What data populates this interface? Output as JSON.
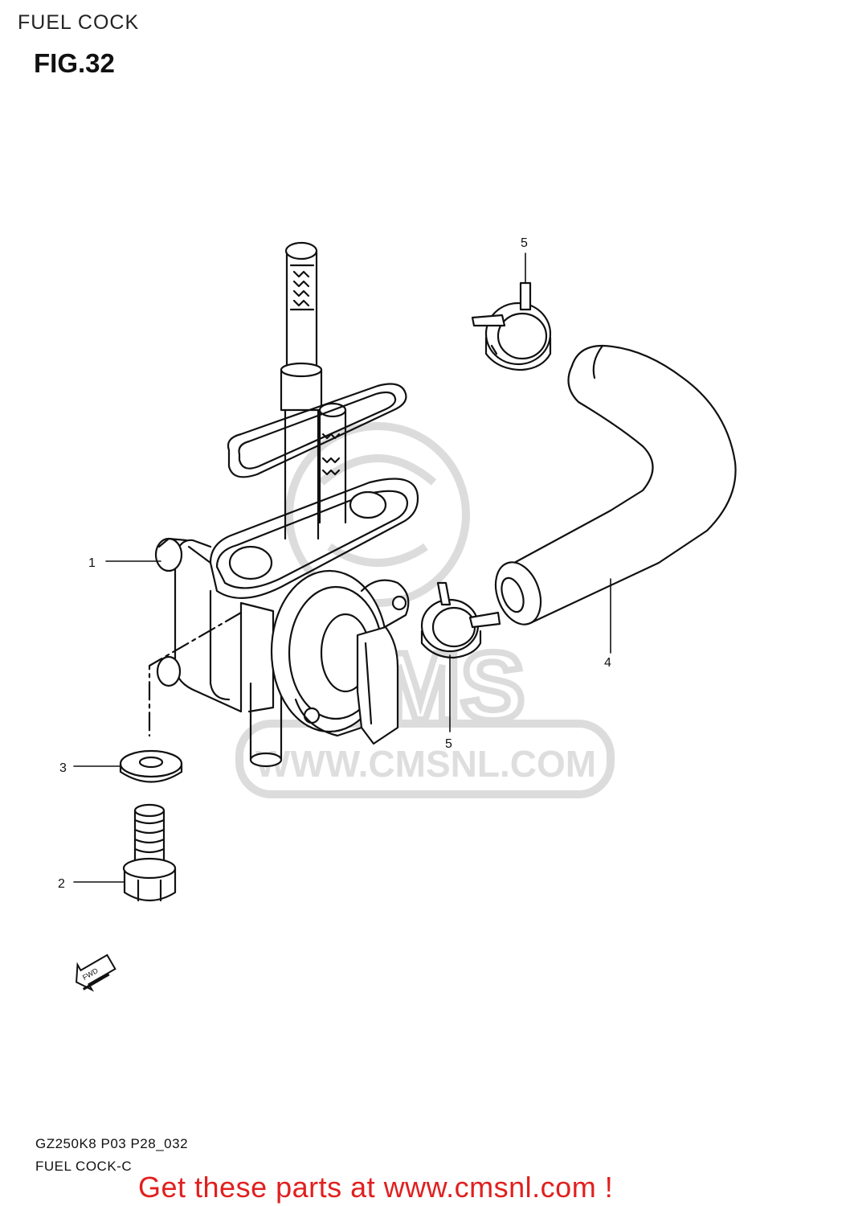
{
  "header": {
    "section_title": "FUEL COCK",
    "figure_label": "FIG.32"
  },
  "callouts": [
    {
      "number": "1"
    },
    {
      "number": "2"
    },
    {
      "number": "3"
    },
    {
      "number": "4"
    },
    {
      "number": "5"
    },
    {
      "number": "5"
    }
  ],
  "direction_marker": {
    "text": "FWD"
  },
  "watermark": {
    "brand": "CMS",
    "url": "WWW.CMSNL.COM"
  },
  "footer": {
    "model_code": "GZ250K8 P03 P28_032",
    "diagram_name": "FUEL COCK-C",
    "promo": "Get these parts at www.cmsnl.com !"
  },
  "colors": {
    "line": "#111111",
    "promo": "#e0201f",
    "watermark": "#d9d9d9"
  }
}
